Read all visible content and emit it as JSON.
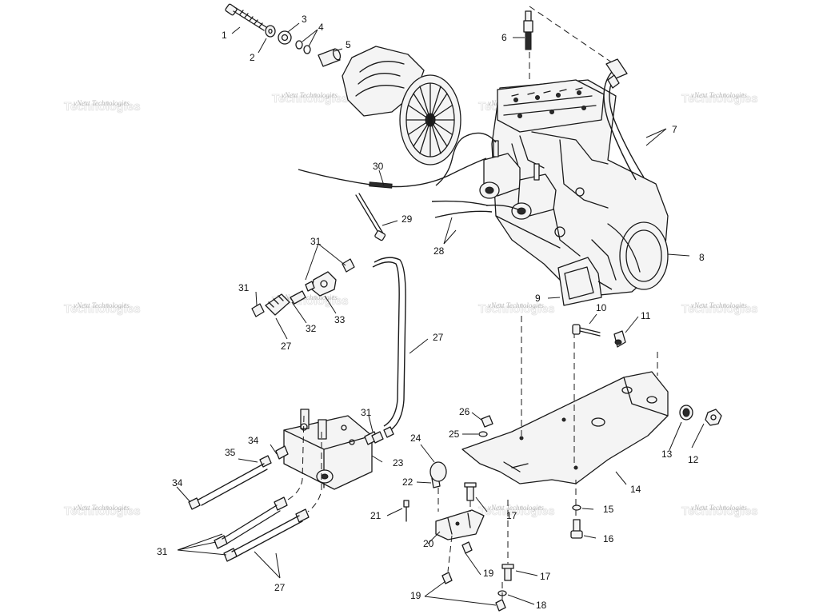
{
  "watermark": {
    "text": "vNext Technologies",
    "ghost": "Technologies"
  },
  "callouts": {
    "c1": "1",
    "c2": "2",
    "c3": "3",
    "c4": "4",
    "c5": "5",
    "c6": "6",
    "c7": "7",
    "c8": "8",
    "c9": "9",
    "c10": "10",
    "c11": "11",
    "c12": "12",
    "c13": "13",
    "c14": "14",
    "c15": "15",
    "c16": "16",
    "c17a": "17",
    "c17b": "17",
    "c18": "18",
    "c19a": "19",
    "c19b": "19",
    "c20": "20",
    "c21": "21",
    "c22": "22",
    "c23": "23",
    "c24": "24",
    "c25": "25",
    "c26": "26",
    "c27a": "27",
    "c27b": "27",
    "c27c": "27",
    "c28": "28",
    "c29": "29",
    "c30": "30",
    "c31a": "31",
    "c31b": "31",
    "c31c": "31",
    "c31d": "31",
    "c32": "32",
    "c33": "33",
    "c34a": "34",
    "c34b": "34",
    "c35": "35"
  }
}
